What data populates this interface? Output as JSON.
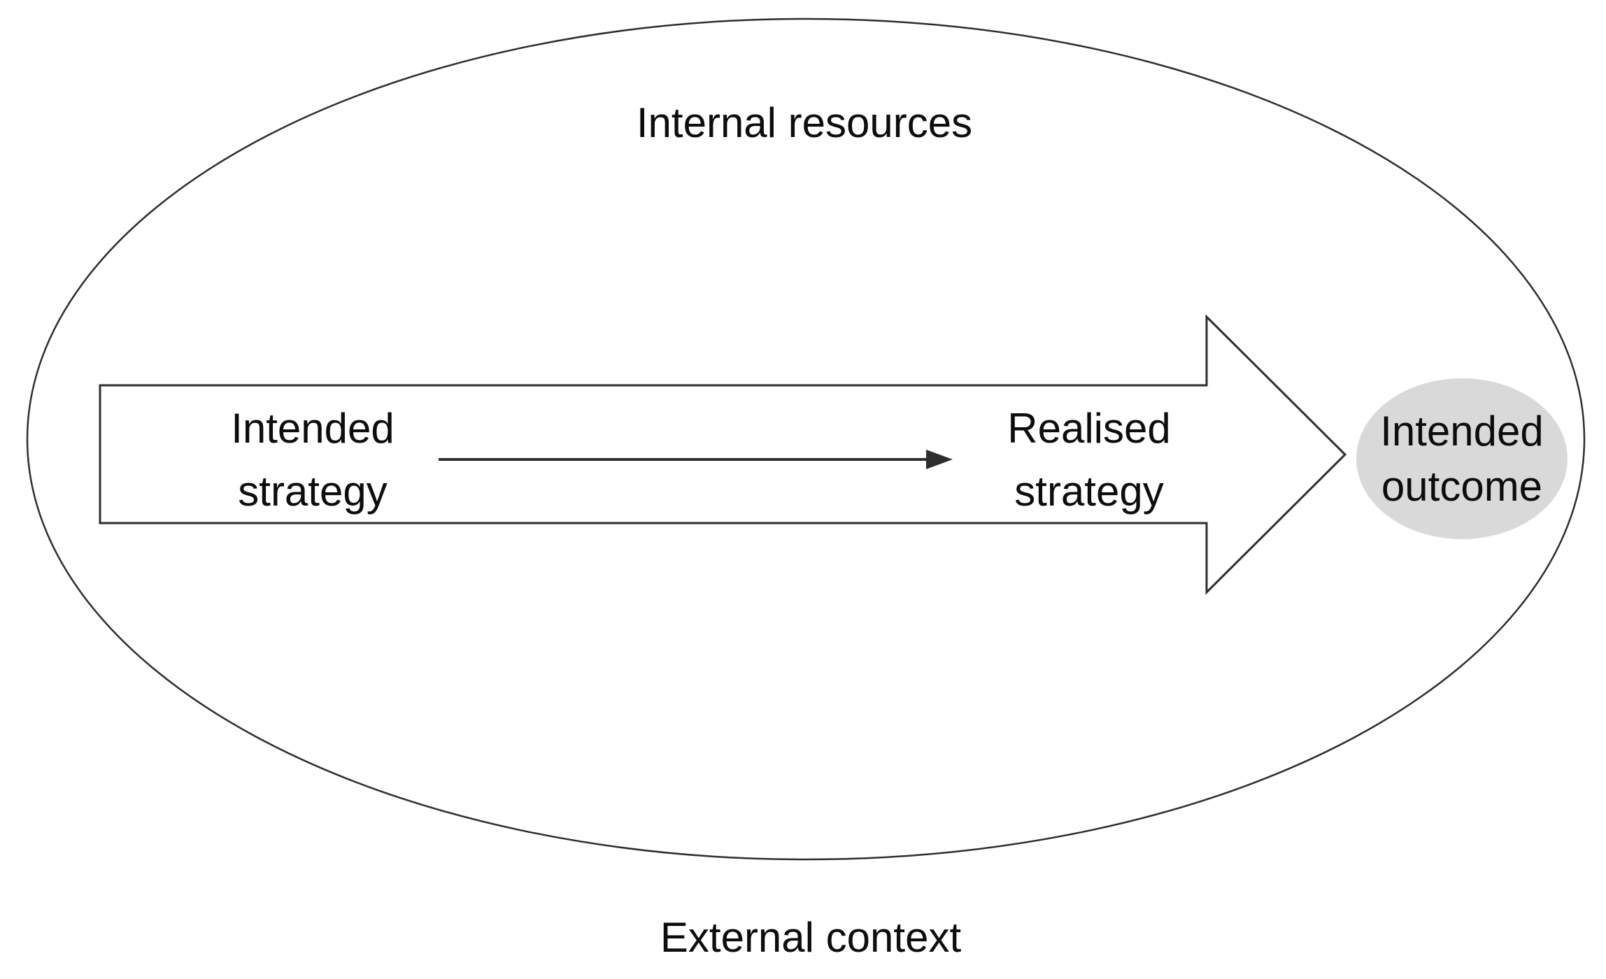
{
  "diagram": {
    "labels": {
      "internal_resources": "Internal resources",
      "external_context": "External context",
      "intended_strategy": {
        "line1": "Intended",
        "line2": "strategy"
      },
      "realised_strategy": {
        "line1": "Realised",
        "line2": "strategy"
      },
      "intended_outcome": {
        "line1": "Intended",
        "line2": "outcome"
      }
    },
    "colors": {
      "background": "#ffffff",
      "outline": "#2e2e2e",
      "text": "#0d0d0d",
      "outcome_fill": "#d9d9d9",
      "arrow_fill": "#ffffff"
    }
  }
}
